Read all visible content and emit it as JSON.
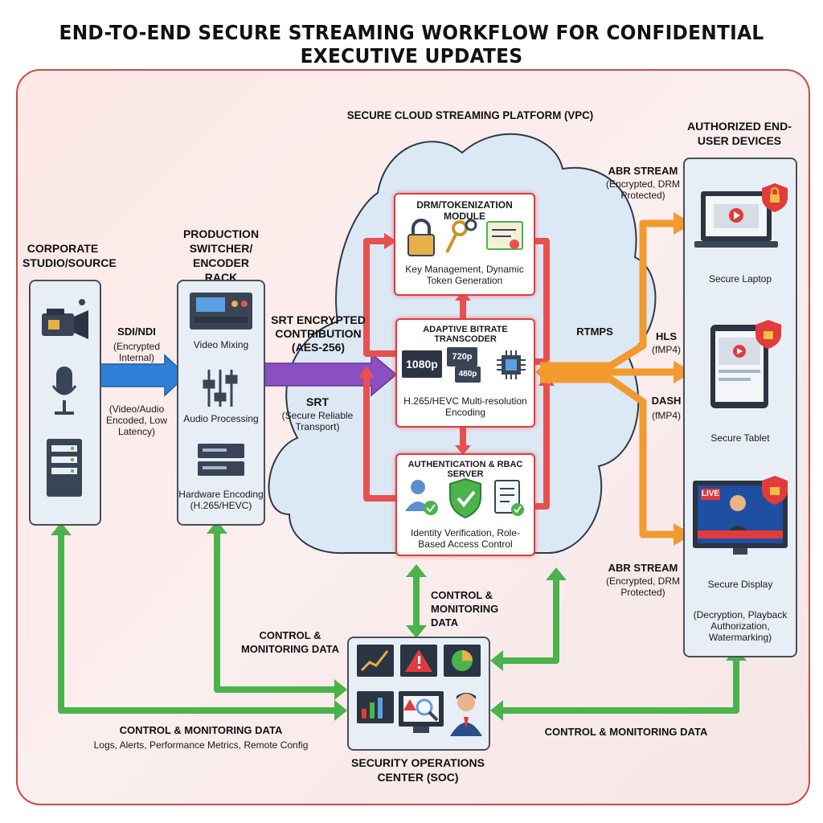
{
  "title": "END-TO-END SECURE STREAMING WORKFLOW FOR CONFIDENTIAL EXECUTIVE UPDATES",
  "cloud": {
    "title": "SECURE CLOUD STREAMING PLATFORM (VPC)"
  },
  "source": {
    "title": "CORPORATE STUDIO/SOURCE"
  },
  "switcher": {
    "title": "PRODUCTION SWITCHER/ ENCODER RACK",
    "video_label": "Video Mixing",
    "audio_label": "Audio Processing",
    "hw_label": "Hardware Encoding (H.265/HEVC)"
  },
  "link1": {
    "title": "SDI/NDI",
    "sub": "(Encrypted Internal)",
    "desc": "(Video/Audio Encoded, Low Latency)"
  },
  "srt": {
    "title": "SRT ENCRYPTED CONTRIBUTION (AES-256)",
    "label": "SRT",
    "desc": "(Secure Reliable Transport)"
  },
  "drm": {
    "title": "DRM/TOKENIZATION MODULE",
    "desc": "Key Management, Dynamic Token Generation"
  },
  "transcoder": {
    "title": "ADAPTIVE BITRATE TRANSCODER",
    "res1": "1080p",
    "res2": "720p",
    "res3": "480p",
    "desc": "H.265/HEVC Multi-resolution Encoding"
  },
  "auth": {
    "title": "AUTHENTICATION & RBAC SERVER",
    "desc": "Identity Verification, Role-Based Access Control"
  },
  "devices": {
    "title": "AUTHORIZED END-USER DEVICES",
    "laptop": "Secure Laptop",
    "tablet": "Secure Tablet",
    "display": "Secure Display",
    "live_badge": "LIVE",
    "footer": "(Decryption, Playback Authorization, Watermarking)"
  },
  "outputs": {
    "abr_top_title": "ABR STREAM",
    "abr_top_desc": "(Encrypted, DRM Protected)",
    "rtmps": "RTMPS",
    "hls_title": "HLS",
    "hls_sub": "(fMP4)",
    "dash_title": "DASH",
    "dash_sub": "(fMP4)",
    "abr_bottom_title": "ABR STREAM",
    "abr_bottom_desc": "(Encrypted, DRM Protected)"
  },
  "control": {
    "cloud_label": "CONTROL & MONITORING DATA",
    "switcher_label": "CONTROL & MONITORING DATA",
    "bottom_left_title": "CONTROL & MONITORING DATA",
    "bottom_left_desc": "Logs, Alerts, Performance Metrics, Remote Config",
    "bottom_right": "CONTROL & MONITORING DATA"
  },
  "soc": {
    "title": "SECURITY OPERATIONS CENTER (SOC)"
  },
  "colors": {
    "border": "#c84a4a",
    "blue_arrow": "#2f7fd6",
    "purple_arrow": "#8a4fc0",
    "red_arrow": "#e85050",
    "orange_arrow": "#f29a2e",
    "green_arrow": "#4bb34b",
    "cloud_fill": "#dde8f5"
  }
}
